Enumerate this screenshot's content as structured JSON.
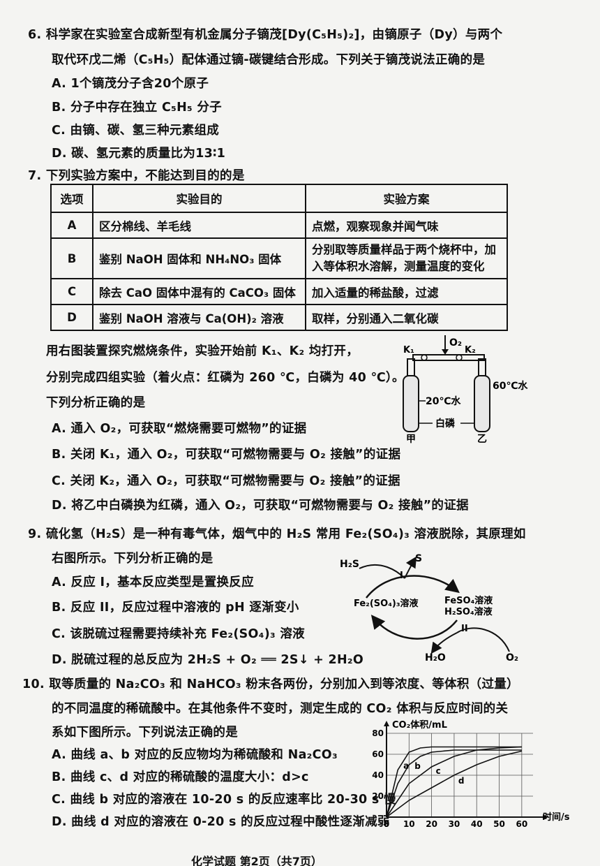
{
  "q6": {
    "stem1": "6. 科学家在实验室合成新型有机金属分子镝茂[Dy(C₅H₅)₂]，由镝原子（Dy）与两个",
    "stem2": "取代环戊二烯（C₅H₅）配体通过镝-碳键结合形成。下列关于镝茂说法正确的是",
    "options": [
      "A. 1个镝茂分子含20个原子",
      "B. 分子中存在独立 C₅H₅ 分子",
      "C. 由镝、碳、氢三种元素组成",
      "D. 碳、氢元素的质量比为13∶1"
    ]
  },
  "q7": {
    "stem": "7. 下列实验方案中，不能达到目的的是",
    "headers": [
      "选项",
      "实验目的",
      "实验方案"
    ],
    "rows": [
      {
        "opt": "A",
        "purpose": "区分棉线、羊毛线",
        "plan": "点燃，观察现象并闻气味"
      },
      {
        "opt": "B",
        "purpose": "鉴别 NaOH 固体和 NH₄NO₃ 固体",
        "plan": "分别取等质量样品于两个烧杯中，加入等体积水溶解，测量温度的变化"
      },
      {
        "opt": "C",
        "purpose": "除去 CaO 固体中混有的 CaCO₃ 固体",
        "plan": "加入适量的稀盐酸，过滤"
      },
      {
        "opt": "D",
        "purpose": "鉴别 NaOH 溶液与 Ca(OH)₂ 溶液",
        "plan": "取样，分别通入二氧化碳"
      }
    ]
  },
  "q8": {
    "stem1": "用右图装置探究燃烧条件，实验开始前 K₁、K₂ 均打开，",
    "stem2": "分别完成四组实验（着火点：红磷为 260 ℃，白磷为 40 ℃）。",
    "stem3": "下列分析正确的是",
    "options": [
      "A. 通入 O₂，可获取“燃烧需要可燃物”的证据",
      "B. 关闭 K₁，通入 O₂，可获取“可燃物需要与 O₂ 接触”的证据",
      "C. 关闭 K₂，通入 O₂，可获取“可燃物需要与 O₂ 接触”的证据",
      "D. 将乙中白磷换为红磷，通入 O₂，可获取“可燃物需要与 O₂ 接触”的证据"
    ],
    "figure": {
      "k1": "K₁",
      "k2": "K₂",
      "o2": "O₂",
      "left_water": "20℃水",
      "right_water": "60℃水",
      "phosphorus": "白磷",
      "left": "甲",
      "right": "乙"
    }
  },
  "q9": {
    "stem1": "9. 硫化氢（H₂S）是一种有毒气体，烟气中的 H₂S 常用 Fe₂(SO₄)₃ 溶液脱除，其原理如",
    "stem2": "右图所示。下列分析正确的是",
    "options": [
      "A. 反应 I，基本反应类型是置换反应",
      "B. 反应 II，反应过程中溶液的 pH 逐渐变小",
      "C. 该脱硫过程需要持续补充 Fe₂(SO₄)₃ 溶液",
      "D. 脱硫过程的总反应为 2H₂S + O₂ ══ 2S↓ + 2H₂O"
    ],
    "figure": {
      "h2s": "H₂S",
      "s": "S",
      "r1": "I",
      "fe2": "Fe₂(SO₄)₃溶液",
      "feso4": "FeSO₄溶液",
      "h2so4": "H₂SO₄溶液",
      "r2": "II",
      "h2o": "H₂O",
      "o2": "O₂"
    }
  },
  "q10": {
    "stem1": "10. 取等质量的 Na₂CO₃ 和 NaHCO₃ 粉末各两份，分别加入到等浓度、等体积（过量）",
    "stem2": "的不同温度的稀硫酸中。在其他条件不变时，测定生成的 CO₂ 体积与反应时间的关",
    "stem3": "系如下图所示。下列说法正确的是",
    "options": [
      "A. 曲线 a、b 对应的反应物均为稀硫酸和 Na₂CO₃",
      "B. 曲线 c、d 对应的稀硫酸的温度大小：d>c",
      "C. 曲线 b 对应的溶液在 10-20 s 的反应速率比 20-30 s 慢",
      "D. 曲线 d 对应的溶液在 0-20 s 的反应过程中酸性逐渐减弱"
    ]
  },
  "chart_data": {
    "type": "line",
    "ylabel": "CO₂体积/mL",
    "xlabel": "时间/s",
    "xticks": [
      0,
      10,
      20,
      30,
      40,
      50,
      60
    ],
    "yticks": [
      20,
      40,
      60,
      80
    ],
    "xlim": [
      0,
      65
    ],
    "ylim": [
      0,
      80
    ],
    "series": [
      {
        "name": "a",
        "x": [
          0,
          5,
          10,
          15,
          20,
          30,
          40,
          50,
          60
        ],
        "y": [
          0,
          45,
          62,
          66,
          67,
          67,
          67,
          67,
          67
        ]
      },
      {
        "name": "b",
        "x": [
          0,
          5,
          10,
          15,
          20,
          30,
          40,
          50,
          60
        ],
        "y": [
          0,
          32,
          50,
          58,
          62,
          64,
          64,
          64,
          64
        ]
      },
      {
        "name": "c",
        "x": [
          0,
          10,
          20,
          30,
          40,
          50,
          60
        ],
        "y": [
          0,
          32,
          48,
          58,
          64,
          66,
          67
        ]
      },
      {
        "name": "d",
        "x": [
          0,
          10,
          20,
          30,
          40,
          50,
          60
        ],
        "y": [
          0,
          16,
          28,
          40,
          50,
          58,
          63
        ]
      }
    ]
  },
  "footer": "化学试题 第2页（共7页）"
}
